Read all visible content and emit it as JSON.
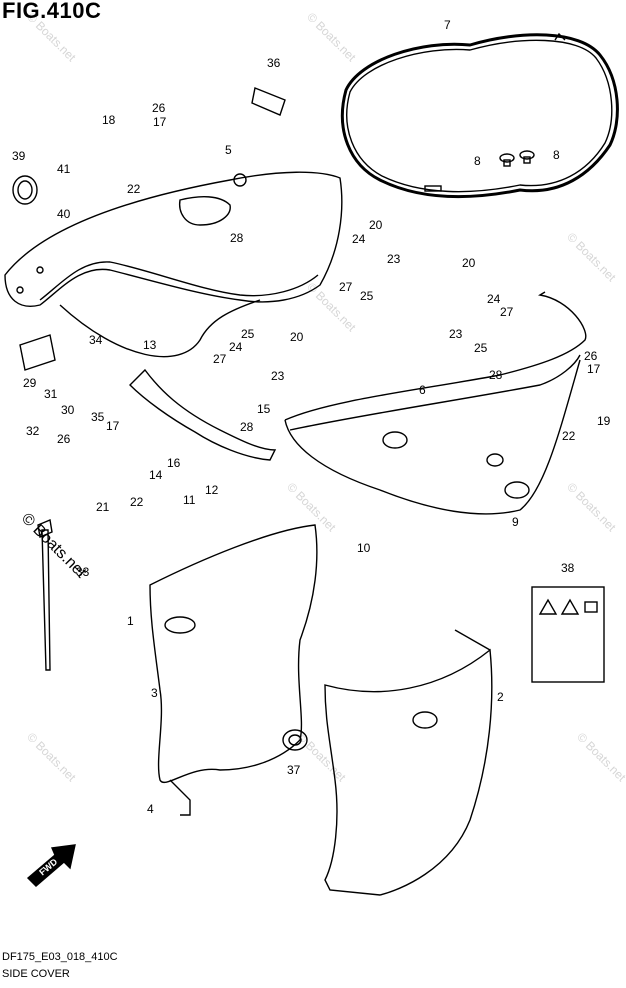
{
  "figure": {
    "title": "FIG.410C",
    "code": "DF175_E03_018_410C",
    "name": "SIDE COVER",
    "watermark": "© Boats.net",
    "copyright": "© Boats.net"
  },
  "callouts": [
    {
      "id": "c1",
      "label": "1"
    },
    {
      "id": "c2",
      "label": "2"
    },
    {
      "id": "c3",
      "label": "3"
    },
    {
      "id": "c4",
      "label": "4"
    },
    {
      "id": "c5",
      "label": "5"
    },
    {
      "id": "c6",
      "label": "6"
    },
    {
      "id": "c7",
      "label": "7"
    },
    {
      "id": "c8a",
      "label": "8"
    },
    {
      "id": "c8b",
      "label": "8"
    },
    {
      "id": "c9",
      "label": "9"
    },
    {
      "id": "c10",
      "label": "10"
    },
    {
      "id": "c11",
      "label": "11"
    },
    {
      "id": "c12",
      "label": "12"
    },
    {
      "id": "c13",
      "label": "13"
    },
    {
      "id": "c14",
      "label": "14"
    },
    {
      "id": "c15",
      "label": "15"
    },
    {
      "id": "c16",
      "label": "16"
    },
    {
      "id": "c17a",
      "label": "17"
    },
    {
      "id": "c17b",
      "label": "17"
    },
    {
      "id": "c17c",
      "label": "17"
    },
    {
      "id": "c18",
      "label": "18"
    },
    {
      "id": "c19",
      "label": "19"
    },
    {
      "id": "c20a",
      "label": "20"
    },
    {
      "id": "c20b",
      "label": "20"
    },
    {
      "id": "c20c",
      "label": "20"
    },
    {
      "id": "c21",
      "label": "21"
    },
    {
      "id": "c22a",
      "label": "22"
    },
    {
      "id": "c22b",
      "label": "22"
    },
    {
      "id": "c22c",
      "label": "22"
    },
    {
      "id": "c23a",
      "label": "23"
    },
    {
      "id": "c23b",
      "label": "23"
    },
    {
      "id": "c23c",
      "label": "23"
    },
    {
      "id": "c24a",
      "label": "24"
    },
    {
      "id": "c24b",
      "label": "24"
    },
    {
      "id": "c24c",
      "label": "24"
    },
    {
      "id": "c25a",
      "label": "25"
    },
    {
      "id": "c25b",
      "label": "25"
    },
    {
      "id": "c25c",
      "label": "25"
    },
    {
      "id": "c26a",
      "label": "26"
    },
    {
      "id": "c26b",
      "label": "26"
    },
    {
      "id": "c26c",
      "label": "26"
    },
    {
      "id": "c27a",
      "label": "27"
    },
    {
      "id": "c27b",
      "label": "27"
    },
    {
      "id": "c27c",
      "label": "27"
    },
    {
      "id": "c28a",
      "label": "28"
    },
    {
      "id": "c28b",
      "label": "28"
    },
    {
      "id": "c28c",
      "label": "28"
    },
    {
      "id": "c29",
      "label": "29"
    },
    {
      "id": "c30",
      "label": "30"
    },
    {
      "id": "c31",
      "label": "31"
    },
    {
      "id": "c32",
      "label": "32"
    },
    {
      "id": "c33",
      "label": "33"
    },
    {
      "id": "c34",
      "label": "34"
    },
    {
      "id": "c35",
      "label": "35"
    },
    {
      "id": "c36",
      "label": "36"
    },
    {
      "id": "c37",
      "label": "37"
    },
    {
      "id": "c38",
      "label": "38"
    },
    {
      "id": "c39",
      "label": "39"
    },
    {
      "id": "c40",
      "label": "40"
    },
    {
      "id": "c41",
      "label": "41"
    }
  ],
  "fwd_label": "FWD"
}
